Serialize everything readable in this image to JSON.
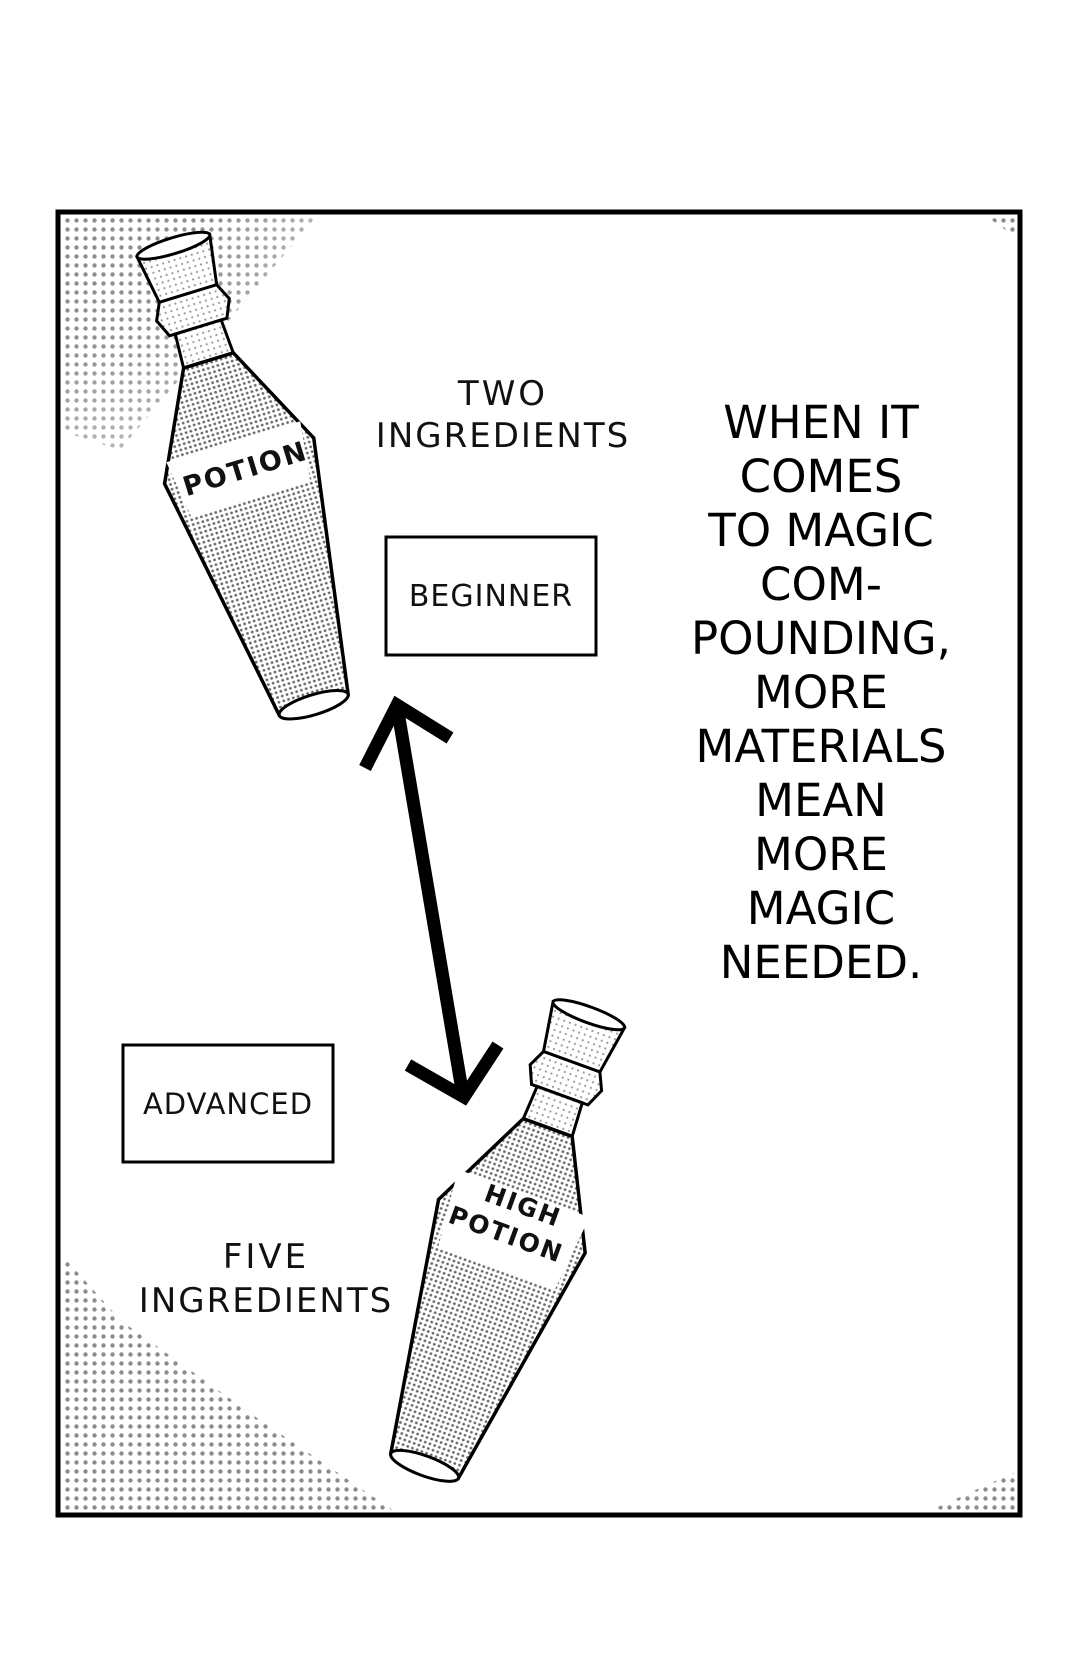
{
  "colors": {
    "ink": "#000000",
    "paper": "#ffffff",
    "screentone": "#8a8a8a"
  },
  "icons": {
    "potion_bottle": "potion-bottle-icon",
    "high_potion_bottle": "high-potion-bottle-icon",
    "arrow": "double-headed-arrow-icon"
  },
  "beginner": {
    "bottle_label": "POTION",
    "ingredients_line1": "TWO",
    "ingredients_line2": "INGREDIENTS",
    "level_box": "BEGINNER"
  },
  "advanced": {
    "bottle_label_line1": "HIGH",
    "bottle_label_line2": "POTION",
    "ingredients_line1": "FIVE",
    "ingredients_line2": "INGREDIENTS",
    "level_box": "ADVANCED"
  },
  "narration": {
    "lines": [
      "WHEN IT",
      "COMES",
      "TO MAGIC",
      "COM-",
      "POUNDING,",
      "MORE",
      "MATERIALS",
      "MEAN",
      "MORE",
      "MAGIC",
      "NEEDED."
    ]
  }
}
